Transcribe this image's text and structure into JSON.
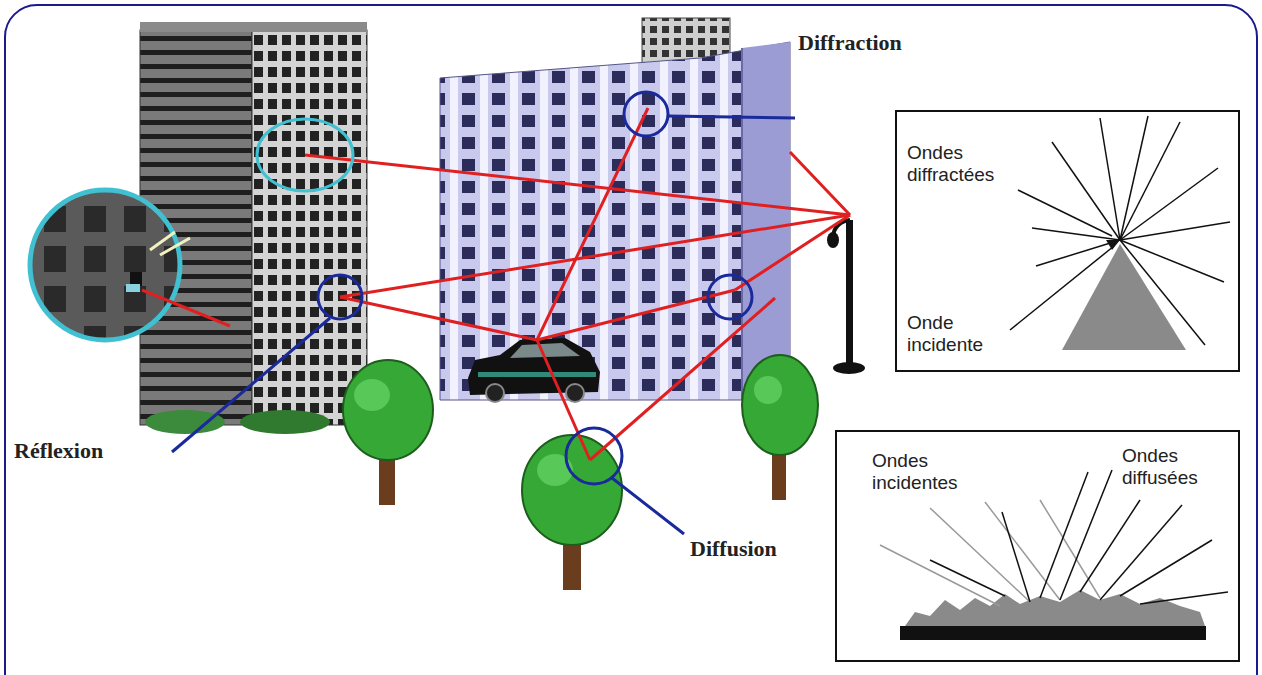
{
  "diagram": {
    "nodes": [
      {
        "text": [
          "Ondes diffractées",
          "Onde incidente"
        ]
      },
      {
        "text": [
          "Ondes incidentes",
          "Ondes diffusées"
        ]
      }
    ],
    "labels": [
      "Diffraction",
      "Réflexion",
      "Diffusion"
    ]
  }
}
